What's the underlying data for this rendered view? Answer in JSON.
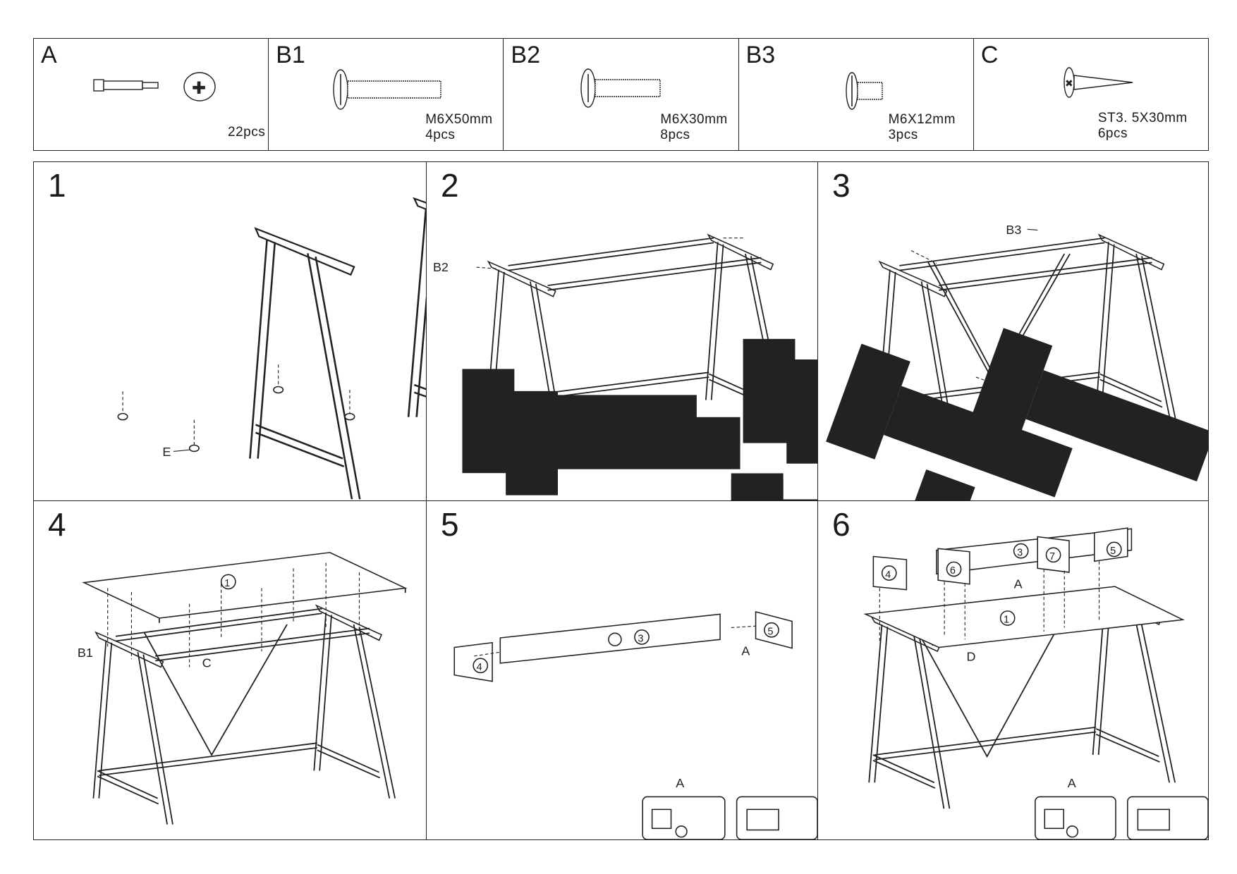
{
  "parts": [
    {
      "id": "A",
      "spec": "",
      "qty": "22pcs"
    },
    {
      "id": "B1",
      "spec": "M6X50mm",
      "qty": "4pcs"
    },
    {
      "id": "B2",
      "spec": "M6X30mm",
      "qty": "8pcs"
    },
    {
      "id": "B3",
      "spec": "M6X12mm",
      "qty": "3pcs"
    },
    {
      "id": "C",
      "spec": "ST3. 5X30mm",
      "qty": "6pcs"
    }
  ],
  "steps": [
    {
      "number": "1",
      "callouts": {
        "e": "E"
      }
    },
    {
      "number": "2",
      "callouts": {
        "b2": "B2"
      }
    },
    {
      "number": "3",
      "callouts": {
        "b3": "B3"
      }
    },
    {
      "number": "4",
      "callouts": {
        "b1": "B1",
        "c": "C",
        "panel": "1"
      }
    },
    {
      "number": "5",
      "callouts": {
        "a": "A",
        "inset_a": "A",
        "p3": "3",
        "p4": "4",
        "p5": "5"
      }
    },
    {
      "number": "6",
      "callouts": {
        "a": "A",
        "d": "D",
        "inset_a": "A",
        "p1": "1",
        "p3": "3",
        "p4": "4",
        "p5": "5",
        "p6": "6",
        "p7": "7"
      }
    }
  ]
}
